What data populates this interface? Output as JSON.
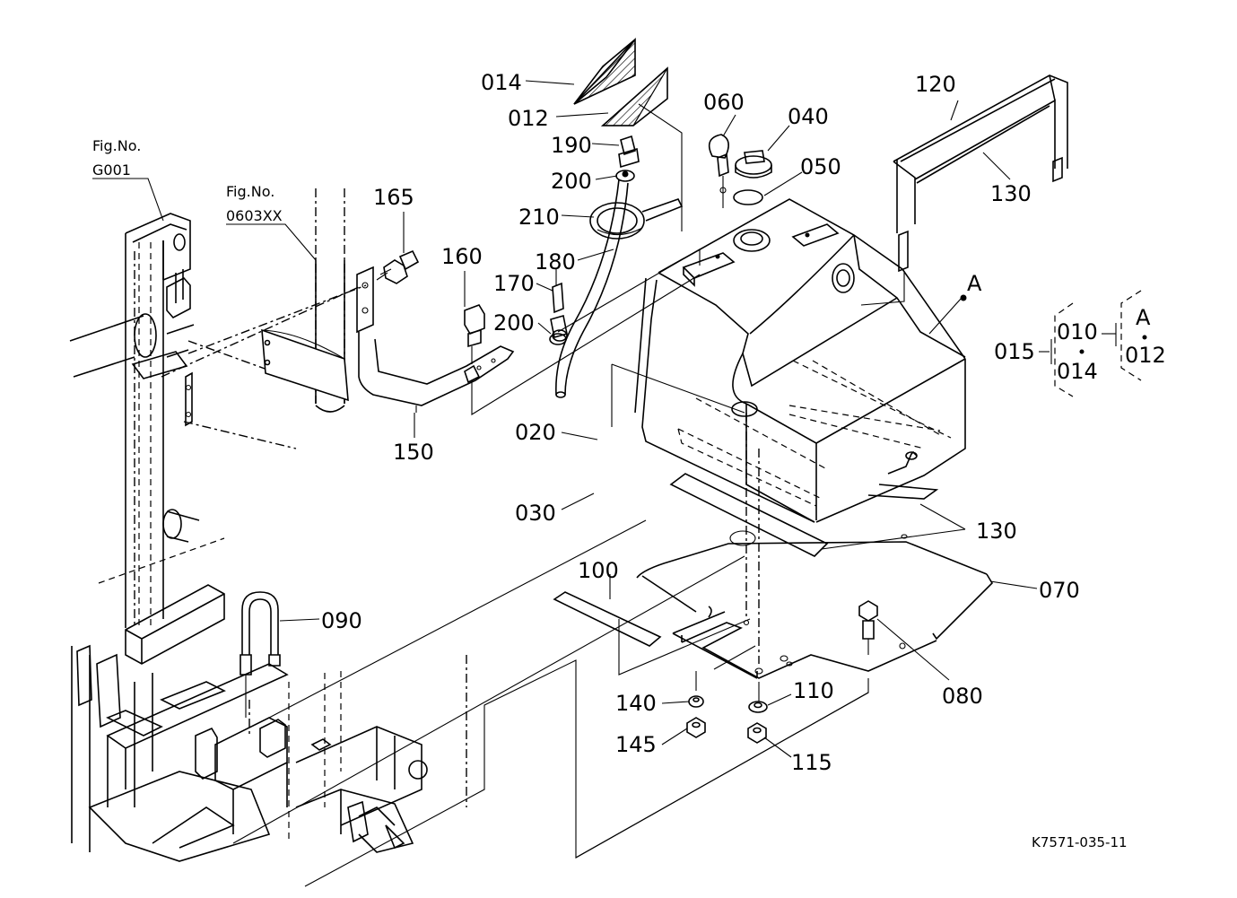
{
  "figure_refs": [
    {
      "line1": "Fig.No.",
      "line2": "G001"
    },
    {
      "line1": "Fig.No.",
      "line2": "0603XX"
    }
  ],
  "parts": {
    "p014": "014",
    "p012": "012",
    "p190": "190",
    "p200a": "200",
    "p210": "210",
    "p180": "180",
    "p060": "060",
    "p040": "040",
    "p050": "050",
    "p120": "120",
    "p130a": "130",
    "p165": "165",
    "p160": "160",
    "p170": "170",
    "p200b": "200",
    "p150": "150",
    "p020": "020",
    "p030": "030",
    "p130b": "130",
    "p070": "070",
    "p100": "100",
    "p090": "090",
    "p140": "140",
    "p110": "110",
    "p145": "145",
    "p115": "115",
    "p080": "080"
  },
  "callout": {
    "marker": "A",
    "set_label": "015",
    "set_top": "010",
    "set_bottom": "014",
    "sub_marker": "A",
    "sub_value": "012"
  },
  "drawing_code": "K7571-035-11",
  "colors": {
    "line": "#000000",
    "background": "#ffffff"
  }
}
